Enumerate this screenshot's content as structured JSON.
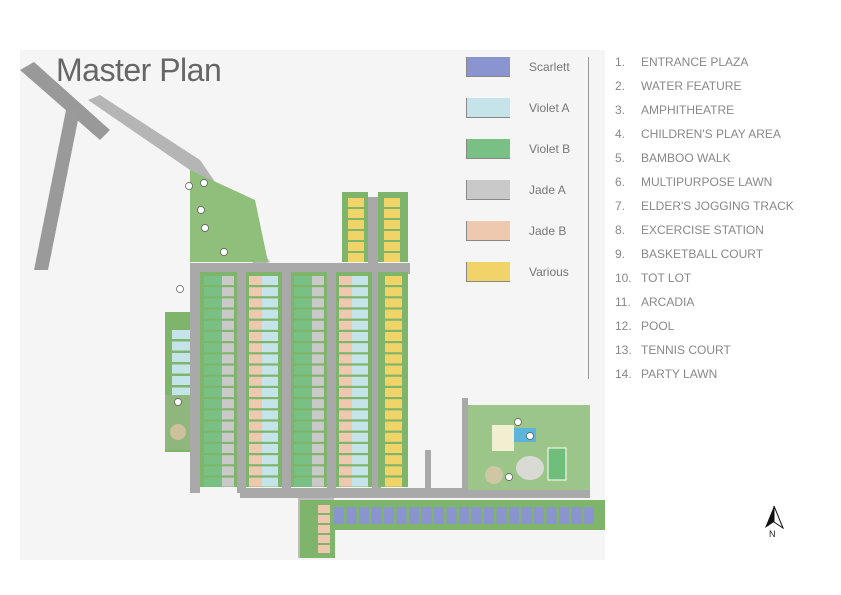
{
  "title": "Master Plan",
  "legend": [
    {
      "label": "Scarlett",
      "color": "#8a94cf"
    },
    {
      "label": "Violet A",
      "color": "#c5e4ea"
    },
    {
      "label": "Violet B",
      "color": "#78c083"
    },
    {
      "label": "Jade A",
      "color": "#c9c9c9"
    },
    {
      "label": "Jade B",
      "color": "#eec9b0"
    },
    {
      "label": "Various",
      "color": "#f0d468"
    }
  ],
  "amenities": [
    {
      "num": "1.",
      "label": "ENTRANCE PLAZA"
    },
    {
      "num": "2.",
      "label": "WATER FEATURE"
    },
    {
      "num": "3.",
      "label": "AMPHITHEATRE"
    },
    {
      "num": "4.",
      "label": "CHILDREN'S PLAY AREA"
    },
    {
      "num": "5.",
      "label": "BAMBOO WALK"
    },
    {
      "num": "6.",
      "label": "MULTIPURPOSE LAWN"
    },
    {
      "num": "7.",
      "label": "ELDER'S JOGGING TRACK"
    },
    {
      "num": "8.",
      "label": "EXCERCISE STATION"
    },
    {
      "num": "9.",
      "label": "BASKETBALL COURT"
    },
    {
      "num": "10.",
      "label": "TOT LOT"
    },
    {
      "num": "11.",
      "label": "ARCADIA"
    },
    {
      "num": "12.",
      "label": "POOL"
    },
    {
      "num": "13.",
      "label": "TENNIS COURT"
    },
    {
      "num": "14.",
      "label": "PARTY LAWN"
    }
  ],
  "north_label": "N",
  "colors": {
    "road": "#a9a9a9",
    "tree": "#4f9a3e",
    "ground": "#f4f4f4"
  }
}
